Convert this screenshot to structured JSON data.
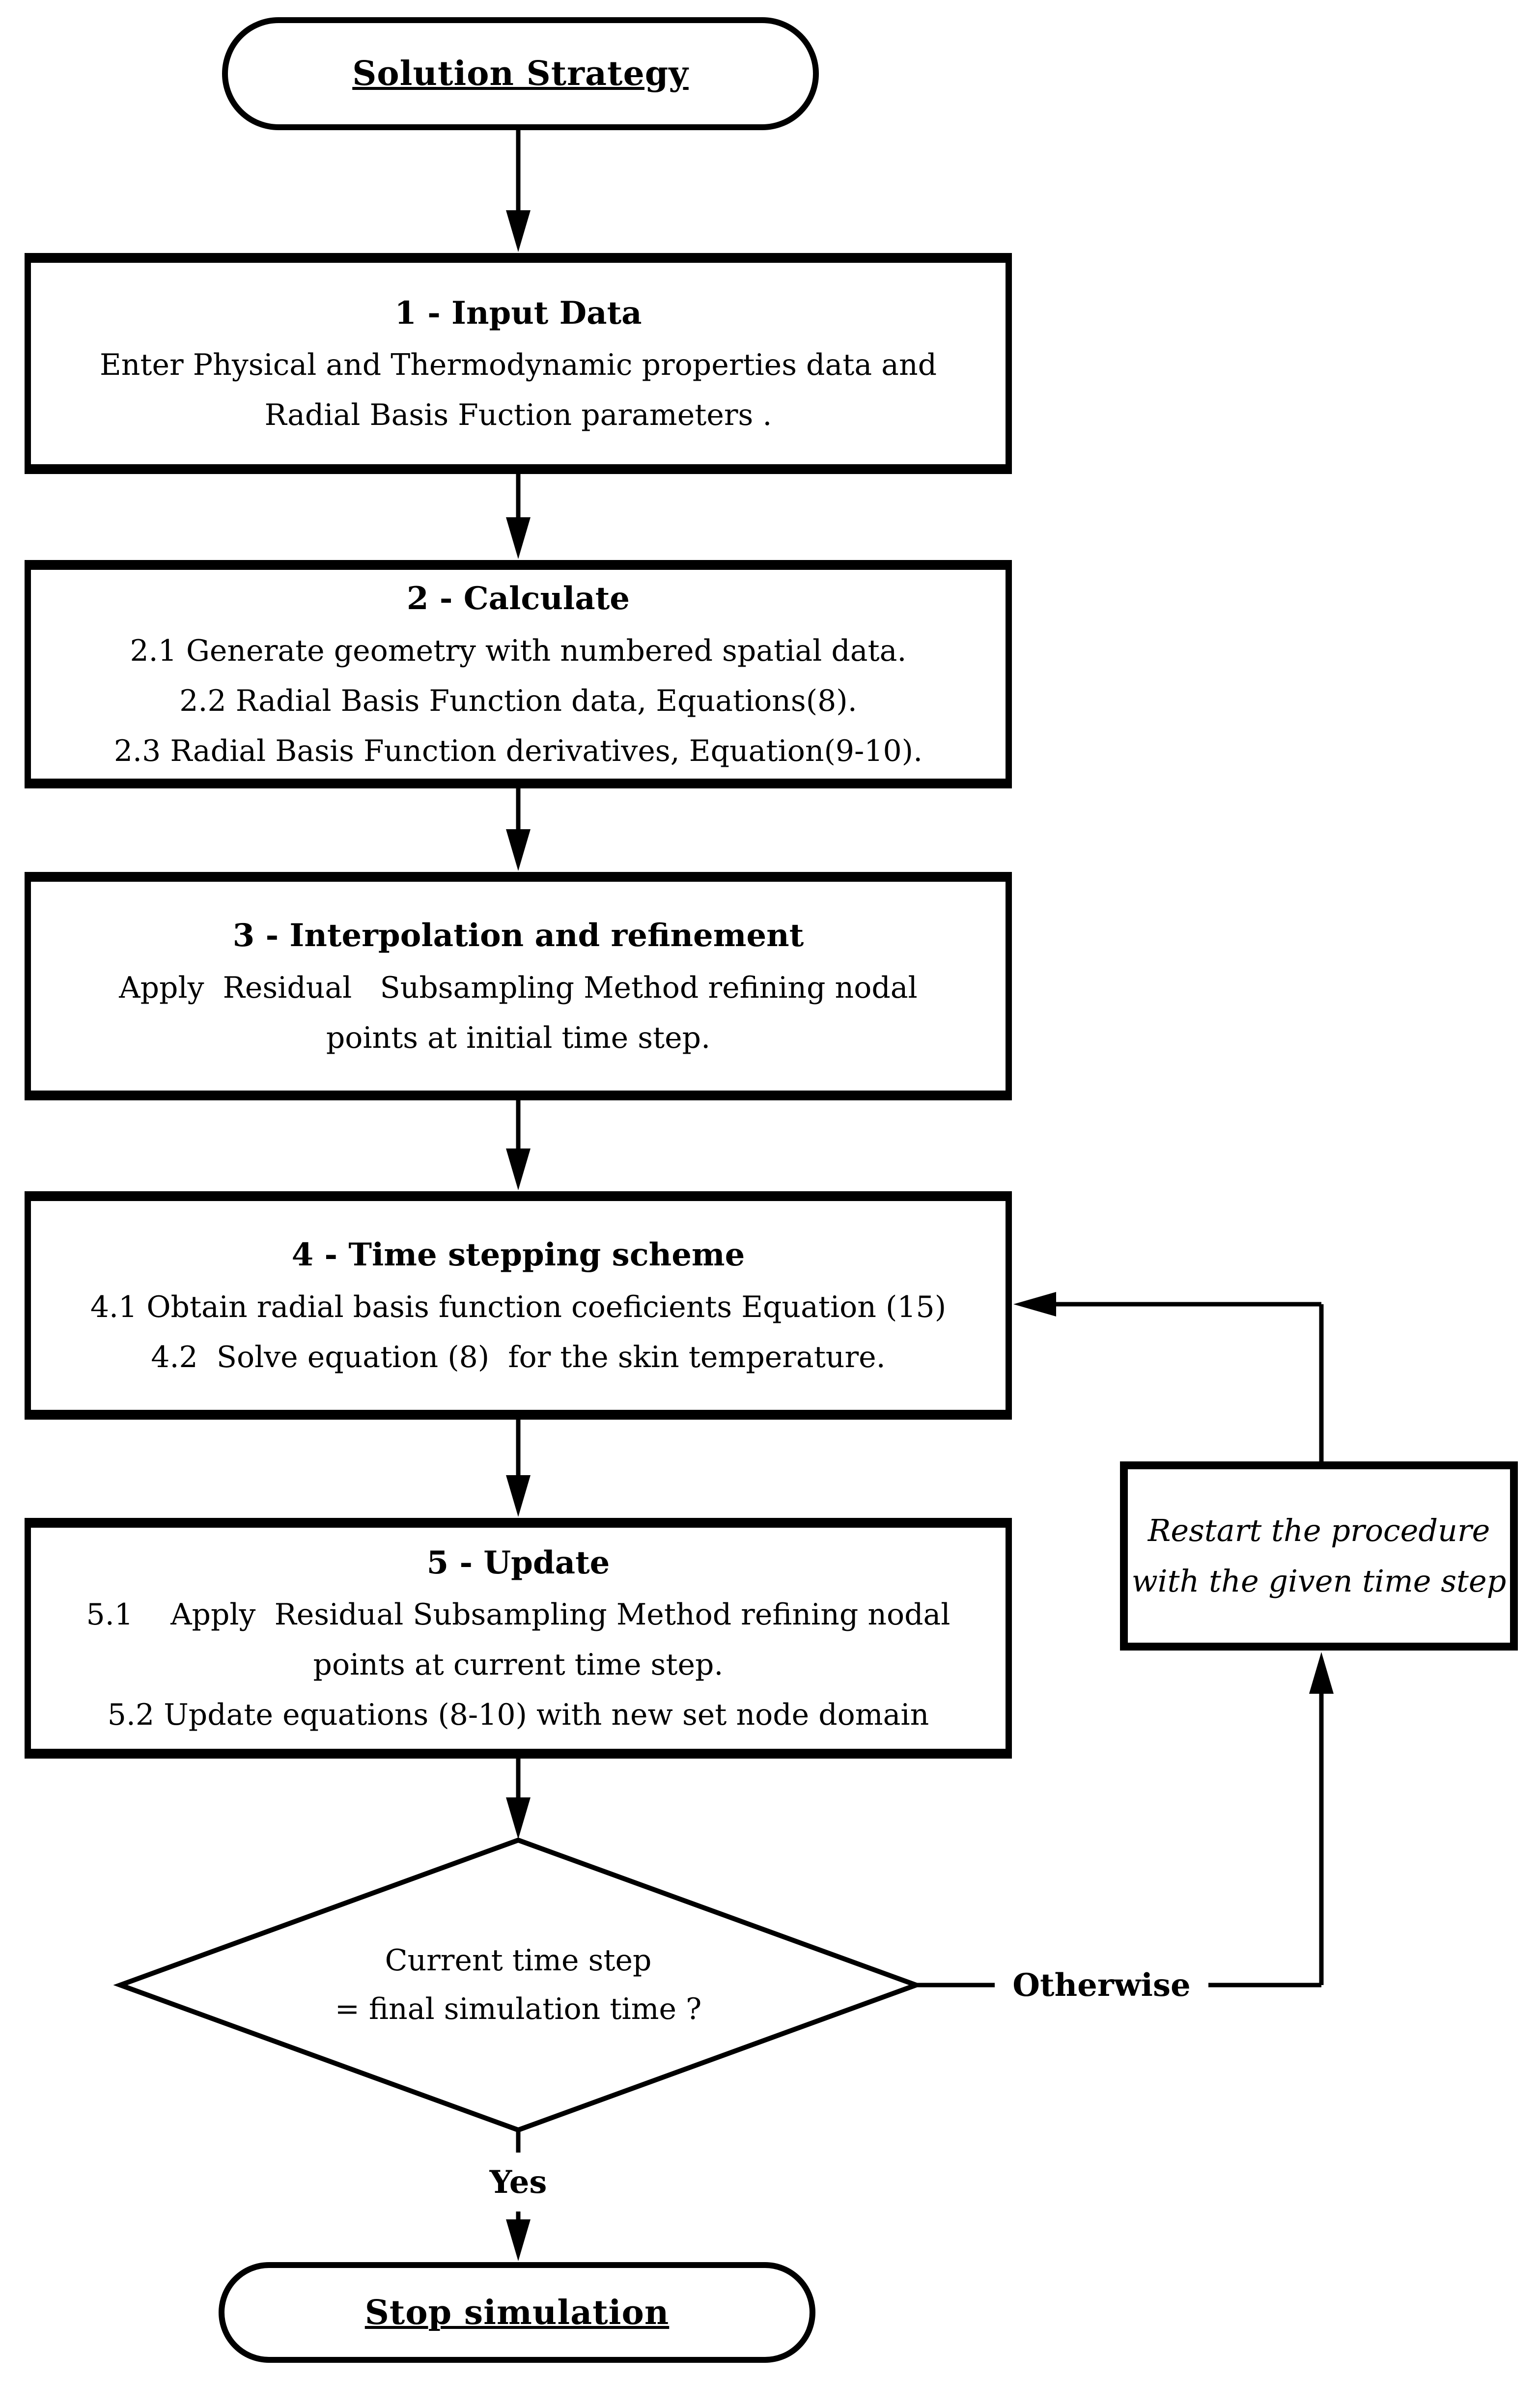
{
  "flowchart": {
    "start": {
      "label": "Solution Strategy"
    },
    "steps": [
      {
        "header": "1 - Input Data",
        "lines": [
          "Enter Physical and Thermodynamic properties data and",
          "Radial Basis Fuction parameters ."
        ]
      },
      {
        "header": "2 - Calculate",
        "lines": [
          "2.1 Generate geometry with numbered spatial data.",
          "2.2 Radial Basis Function data, Equations(8).",
          "2.3 Radial Basis Function derivatives, Equation(9-10)."
        ]
      },
      {
        "header": "3 - Interpolation and refinement",
        "lines": [
          "Apply  Residual   Subsampling Method refining nodal",
          "points at initial time step."
        ]
      },
      {
        "header": "4 - Time stepping scheme",
        "lines": [
          "4.1 Obtain radial basis function coeficients Equation (15)",
          "4.2  Solve equation (8)  for the skin temperature."
        ]
      },
      {
        "header": "5 - Update",
        "lines": [
          "5.1    Apply  Residual Subsampling Method refining nodal",
          "points at current time step.",
          "5.2 Update equations (8-10) with new set node domain"
        ]
      }
    ],
    "decision": {
      "lines": [
        "Current time step",
        "= final simulation time ?"
      ]
    },
    "edge_labels": {
      "yes": "Yes",
      "otherwise": "Otherwise"
    },
    "loop_note": {
      "lines": [
        "Restart the procedure",
        "with the given time step"
      ]
    },
    "end": {
      "label": "Stop simulation"
    },
    "colors": {
      "line": "#000000",
      "text": "#000000",
      "background": "#ffffff"
    }
  }
}
